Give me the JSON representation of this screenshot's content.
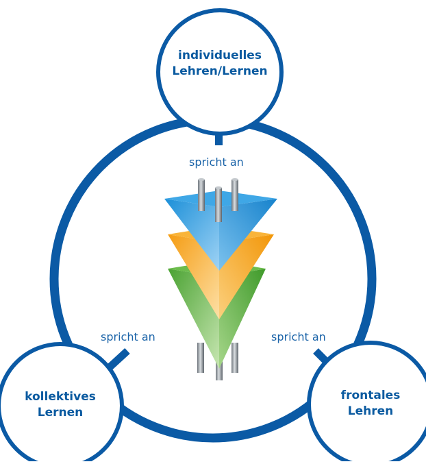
{
  "colors": {
    "ring": "#0b5aa5",
    "node_fill": "#ffffff",
    "label_text": "#0a5aa0",
    "prism_blue": "#2e9ae0",
    "prism_orange": "#f7a51c",
    "prism_green": "#56a93a",
    "rod": "#8c9399"
  },
  "nodes": {
    "top": {
      "line1": "individuelles",
      "line2": "Lehren/Lernen"
    },
    "left": {
      "line1": "kollektives",
      "line2": "Lernen"
    },
    "right": {
      "line1": "frontales",
      "line2": "Lehren"
    }
  },
  "edges": {
    "top": {
      "label": "spricht an"
    },
    "left": {
      "label": "spricht an"
    },
    "right": {
      "label": "spricht an"
    }
  }
}
